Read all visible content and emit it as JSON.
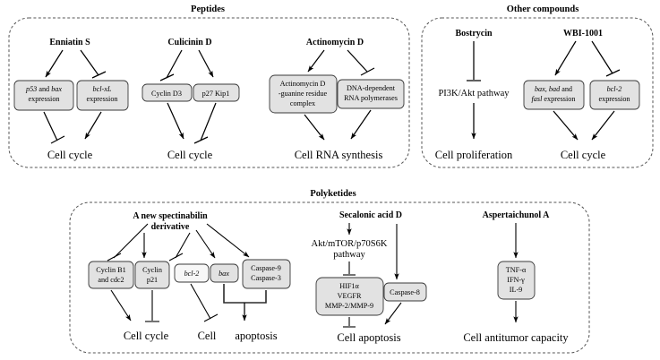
{
  "figure": {
    "sections": [
      {
        "id": "peptides",
        "title": "Peptides",
        "compounds": [
          {
            "id": "enniatin-s",
            "name": "Enniatin S",
            "nodes": [
              {
                "id": "p53-bax",
                "lines": [
                  "p53 and bax",
                  "expression"
                ],
                "italic_parts": [
                  "p53",
                  "bax"
                ]
              },
              {
                "id": "bcl-xl",
                "lines": [
                  "bcl-xL",
                  "expression"
                ],
                "italic_parts": [
                  "bcl-xL"
                ]
              }
            ],
            "outcome": "Cell cycle"
          },
          {
            "id": "culicinin-d",
            "name": "Culicinin D",
            "nodes": [
              {
                "id": "cyclin-d3",
                "lines": [
                  "Cyclin D3"
                ],
                "italic_parts": []
              },
              {
                "id": "p27-kip1",
                "lines": [
                  "p27 Kip1"
                ],
                "italic_parts": []
              }
            ],
            "outcome": "Cell cycle"
          },
          {
            "id": "actinomycin-d",
            "name": "Actinomycin D",
            "nodes": [
              {
                "id": "actino-guanine",
                "lines": [
                  "Actinomycin D",
                  "-guanine residue",
                  "complex"
                ],
                "italic_parts": []
              },
              {
                "id": "dna-pol",
                "lines": [
                  "DNA-dependent",
                  "RNA polymerases"
                ],
                "italic_parts": []
              }
            ],
            "outcome": "Cell RNA synthesis"
          }
        ]
      },
      {
        "id": "other-compounds",
        "title": "Other compounds",
        "compounds": [
          {
            "id": "bostrycin",
            "name": "Bostrycin",
            "nodes": [
              {
                "id": "pi3k-akt",
                "lines": [
                  "PI3K/Akt pathway"
                ],
                "italic_parts": []
              }
            ],
            "outcome": "Cell proliferation"
          },
          {
            "id": "wbi-1001",
            "name": "WBI-1001",
            "nodes": [
              {
                "id": "bax-bad-fasl",
                "lines": [
                  "bax, bad and",
                  "fasl expression"
                ],
                "italic_parts": [
                  "bax",
                  "bad",
                  "fasl"
                ]
              },
              {
                "id": "bcl-2-wbi",
                "lines": [
                  "bcl-2",
                  "expression"
                ],
                "italic_parts": [
                  "bcl-2"
                ]
              }
            ],
            "outcome": "Cell cycle"
          }
        ]
      },
      {
        "id": "polyketides",
        "title": "Polyketides",
        "compounds": [
          {
            "id": "spectinabilin",
            "name_lines": [
              "A new spectinabilin",
              "derivative"
            ],
            "nodes": [
              {
                "id": "cyclin-b1-cdc2",
                "lines": [
                  "Cyclin B1",
                  "and cdc2"
                ],
                "italic_parts": []
              },
              {
                "id": "cyclin-p21",
                "lines": [
                  "Cyclin",
                  "p21"
                ],
                "italic_parts": []
              },
              {
                "id": "bcl-2-spec",
                "lines": [
                  "bcl-2"
                ],
                "italic_parts": [
                  "bcl-2"
                ]
              },
              {
                "id": "bax-spec",
                "lines": [
                  "bax"
                ],
                "italic_parts": [
                  "bax"
                ]
              },
              {
                "id": "caspase-9-3",
                "lines": [
                  "Caspase-9",
                  "Caspase-3"
                ],
                "italic_parts": []
              }
            ],
            "outcomes": [
              "Cell cycle",
              "Cell",
              "apoptosis"
            ]
          },
          {
            "id": "secalonic-acid-d",
            "name": "Secalonic acid D",
            "nodes": [
              {
                "id": "akt-mtor",
                "lines": [
                  "Akt/mTOR/p70S6K",
                  "pathway"
                ],
                "italic_parts": []
              },
              {
                "id": "hif1a-vegfr",
                "lines": [
                  "HIF1α",
                  "VEGFR",
                  "MMP-2/MMP-9"
                ],
                "italic_parts": []
              },
              {
                "id": "caspase-8",
                "lines": [
                  "Caspase-8"
                ],
                "italic_parts": []
              }
            ],
            "outcome": "Cell  apoptosis"
          },
          {
            "id": "aspertaichunol-a",
            "name": "Aspertaichunol A",
            "nodes": [
              {
                "id": "tnf-ifn-il",
                "lines": [
                  "TNF-α",
                  "IFN-γ",
                  "IL-9"
                ],
                "italic_parts": []
              }
            ],
            "outcome": "Cell antitumor capacity"
          }
        ]
      }
    ]
  },
  "colors": {
    "box_fill_gray": "#e2e2e2",
    "box_fill_light": "#f7f7f7",
    "box_stroke": "#3a3a3a",
    "panel_stroke": "#555555",
    "edge": "#000000",
    "text": "#000000"
  }
}
